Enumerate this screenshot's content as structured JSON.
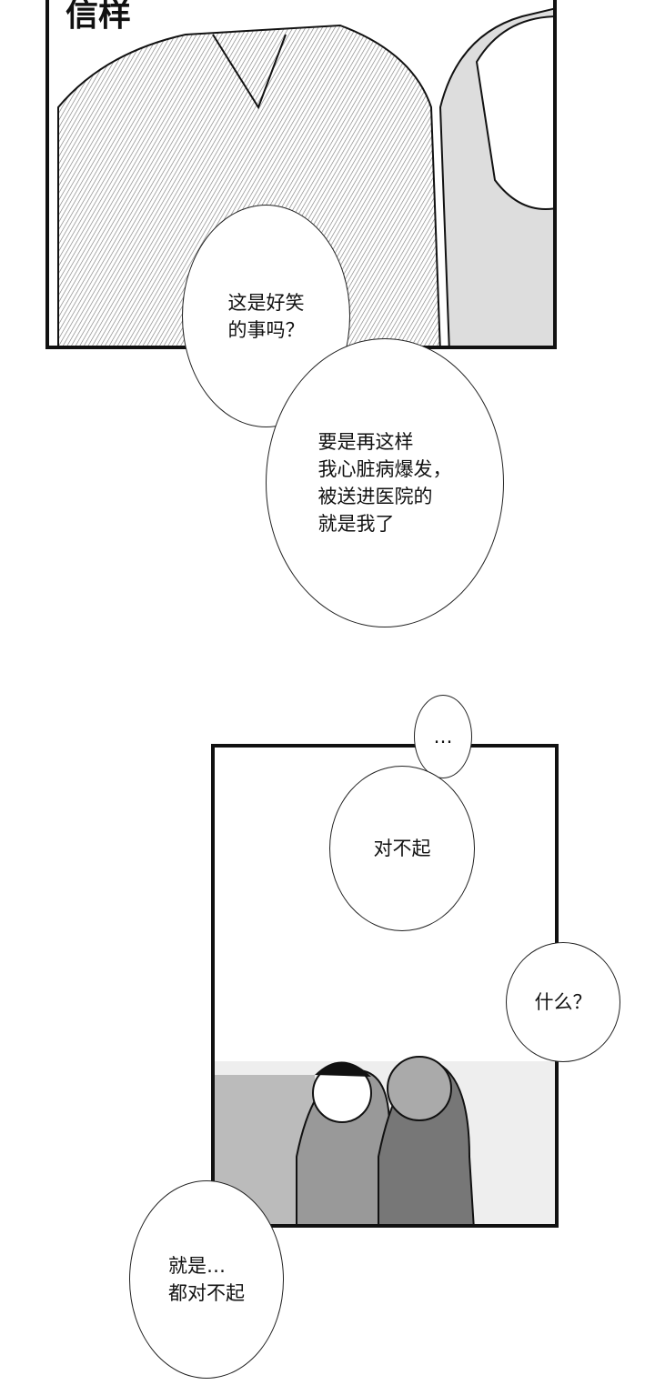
{
  "bubbles": {
    "b1": "这是好笑\n的事吗？",
    "b2": "要是再这样\n我心脏病爆发，\n被送进医院的\n就是我了",
    "b3": "…",
    "b4": "对不起",
    "b5": "什么？",
    "b6": "就是…\n都对不起"
  }
}
